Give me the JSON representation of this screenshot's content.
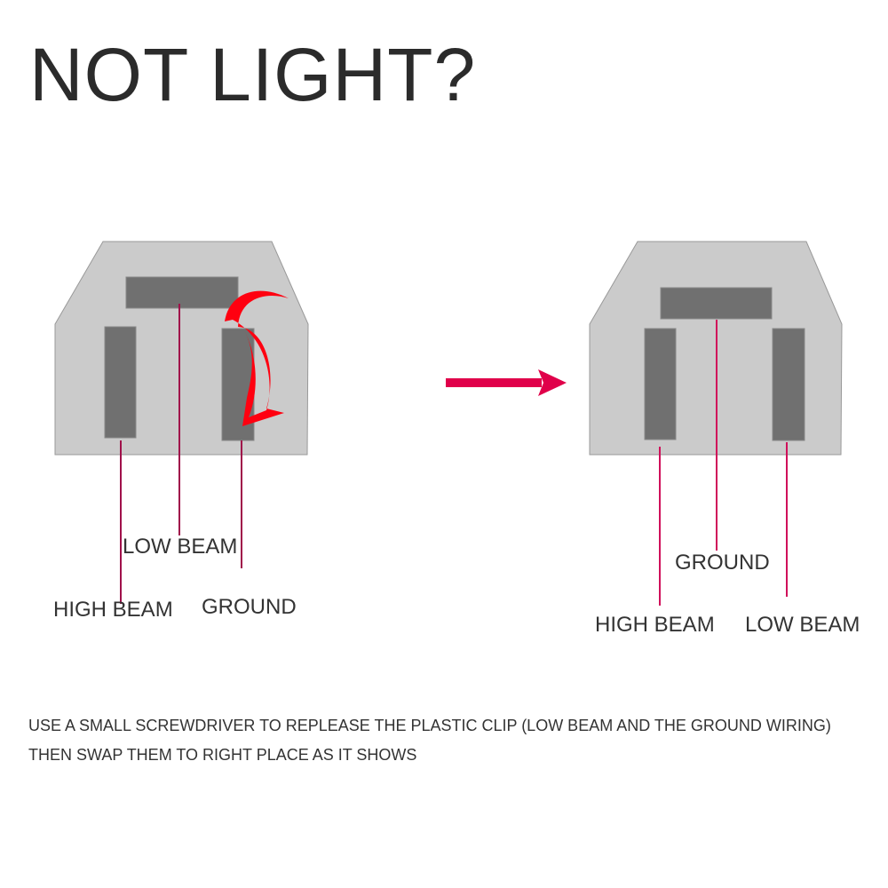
{
  "title": "NOT LIGHT?",
  "before": {
    "low_beam": "LOW BEAM",
    "high_beam": "HIGH BEAM",
    "ground": "GROUND"
  },
  "after": {
    "ground": "GROUND",
    "high_beam": "HIGH BEAM",
    "low_beam": "LOW BEAM"
  },
  "instructions": [
    "USE A SMALL SCREWDRIVER TO REPLEASE THE PLASTIC CLIP (LOW BEAM AND THE GROUND WIRING)",
    "THEN SWAP THEM TO RIGHT PLACE AS IT SHOWS"
  ],
  "colors": {
    "body": "#cbcbcb",
    "pin": "#707070",
    "wire": "#a0104a",
    "arrow": "#e0004a",
    "swap_arrow": "#ff0010"
  }
}
